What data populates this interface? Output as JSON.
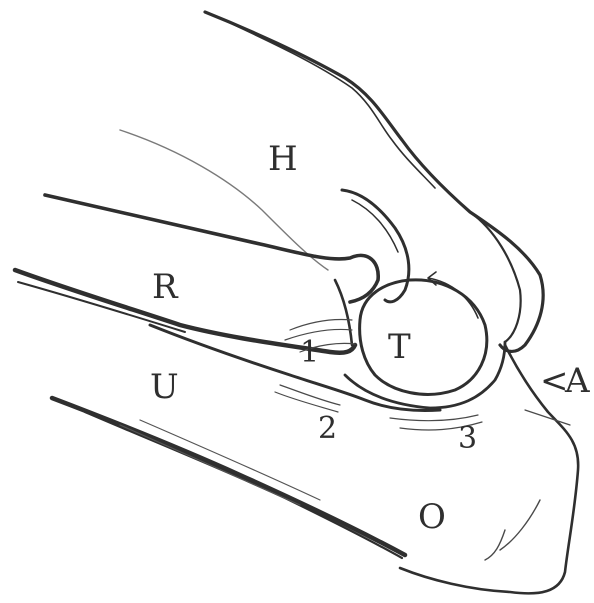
{
  "colors": {
    "ink": "#2f2f2f",
    "faint": "#7a7a7a",
    "paper": "#ffffff"
  },
  "labels": {
    "H": "H",
    "R": "R",
    "U": "U",
    "T": "T",
    "O": "O",
    "A": "A",
    "arrow_A": "<",
    "n1": "1",
    "n2": "2",
    "n3": "3"
  }
}
